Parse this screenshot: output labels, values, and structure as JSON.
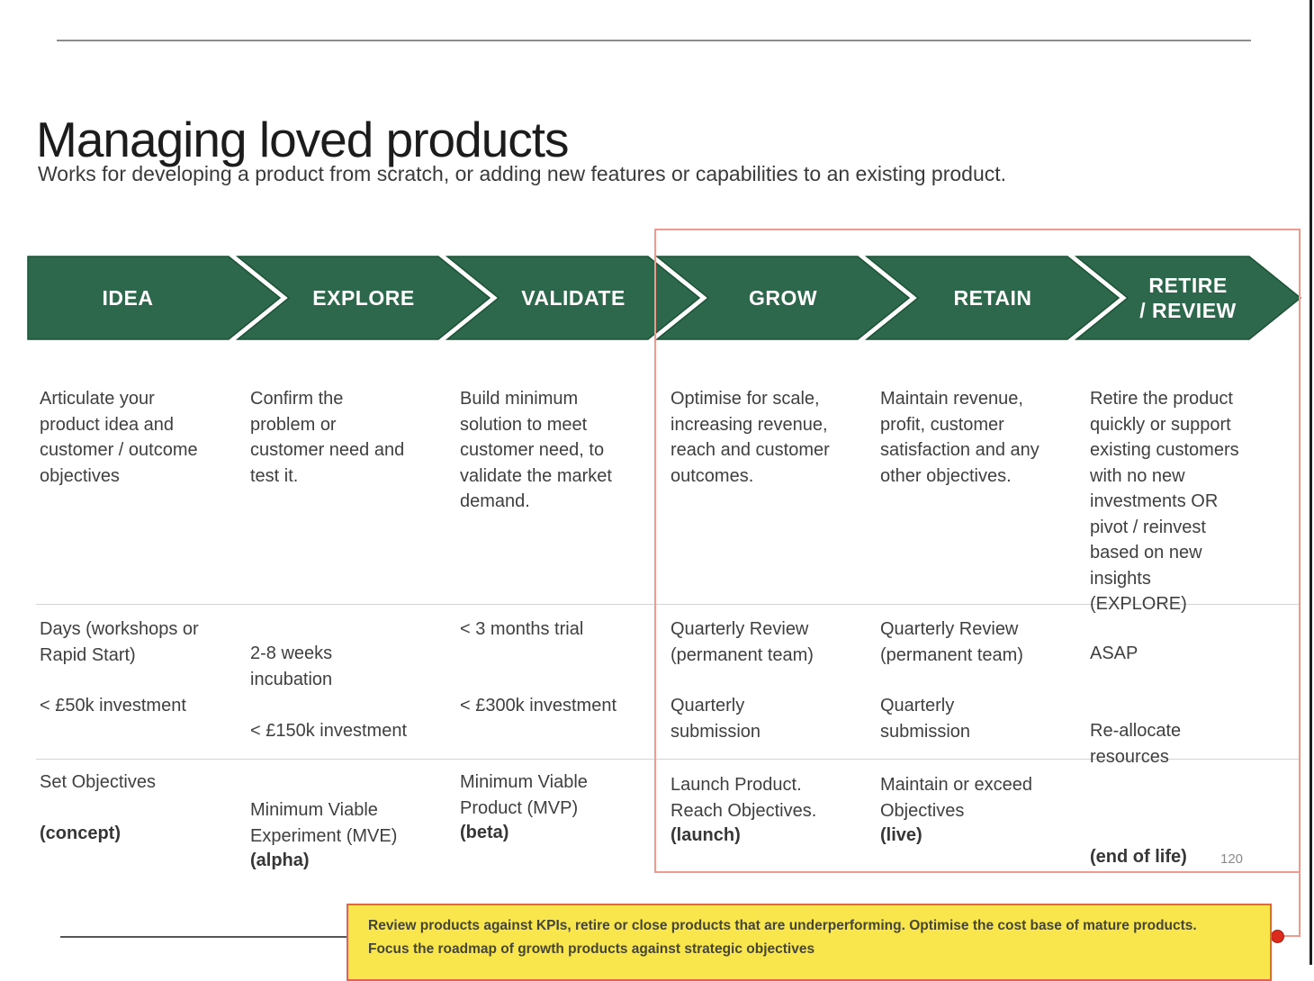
{
  "slide": {
    "title": "Managing loved products",
    "subtitle": "Works for developing a product from scratch, or adding new features or capabilities to an existing product.",
    "page_number": "120"
  },
  "stages": [
    {
      "label": "IDEA",
      "description": "Articulate your\nproduct idea and\ncustomer / outcome\nobjectives",
      "timeline": "Days (workshops or\nRapid Start)",
      "investment": "< £50k investment",
      "deliverable": "Set Objectives",
      "stage_tag": "(concept)"
    },
    {
      "label": "EXPLORE",
      "description": "Confirm the\nproblem or\ncustomer need and\ntest it.",
      "timeline": "2-8 weeks\nincubation",
      "investment": "< £150k investment",
      "deliverable": "Minimum Viable\nExperiment (MVE)",
      "stage_tag": "(alpha)"
    },
    {
      "label": "VALIDATE",
      "description": "Build minimum\nsolution to meet\ncustomer need, to\nvalidate the market\ndemand.",
      "timeline": "< 3 months trial",
      "investment": "< £300k investment",
      "deliverable": "Minimum Viable\nProduct (MVP)",
      "stage_tag": "(beta)"
    },
    {
      "label": "GROW",
      "description": "Optimise for scale,\nincreasing revenue,\nreach and customer\noutcomes.",
      "timeline": "Quarterly Review\n(permanent team)",
      "investment": "Quarterly\nsubmission",
      "deliverable": "Launch Product.\nReach Objectives.",
      "stage_tag": "(launch)"
    },
    {
      "label": "RETAIN",
      "description": "Maintain revenue,\nprofit, customer\nsatisfaction and any\nother objectives.",
      "timeline": "Quarterly Review\n(permanent team)",
      "investment": "Quarterly\nsubmission",
      "deliverable": "Maintain or exceed\nObjectives",
      "stage_tag": "(live)"
    },
    {
      "label": "RETIRE",
      "label_line2": "/ REVIEW",
      "description": "Retire the product\nquickly or support\nexisting customers\nwith no new\ninvestments OR\npivot / reinvest\nbased on new\ninsights\n(EXPLORE)",
      "timeline": "ASAP",
      "investment": "Re-allocate\nresources",
      "deliverable": "",
      "stage_tag": "(end of life)"
    }
  ],
  "annotation": {
    "note": "Review products against KPIs, retire or close products that are underperforming. Optimise the cost base of mature products.\nFocus the roadmap of growth products against strategic objectives"
  },
  "colors": {
    "chevron_green": "#2E684C",
    "chevron_border": "#1C5236",
    "highlight_red": "#F0998F",
    "marker_red": "#DB2B1D",
    "note_yellow": "#F9E64D",
    "note_border": "#E2654B"
  }
}
